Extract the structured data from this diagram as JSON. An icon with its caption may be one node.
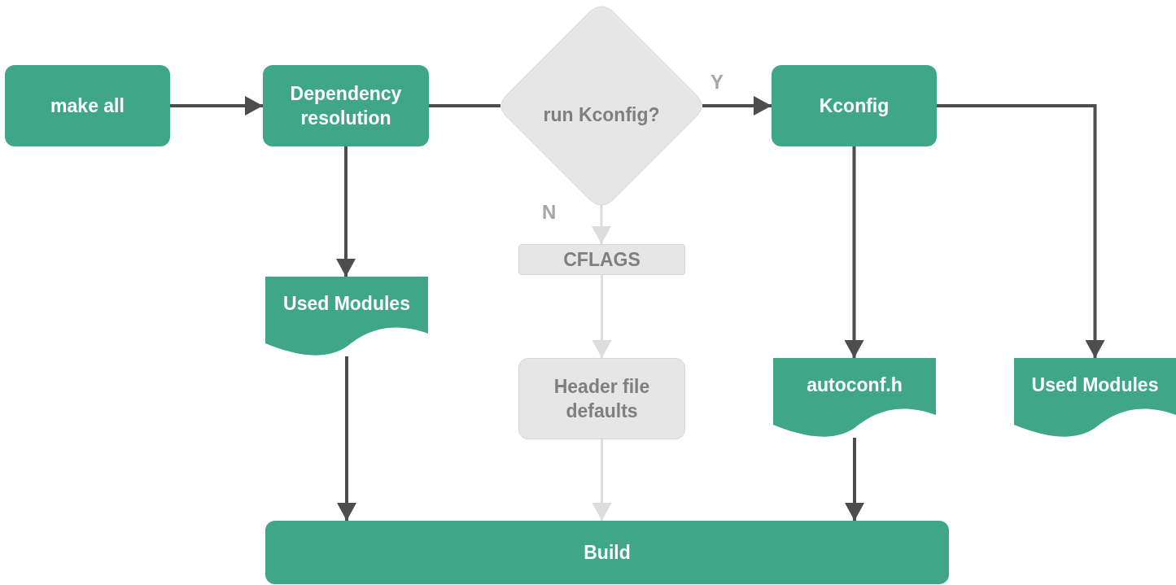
{
  "diagram": {
    "nodes": [
      {
        "text": [
          "make all"
        ]
      },
      {
        "text": [
          "Dependency resolution"
        ]
      },
      {
        "text": [
          "run Kconfig?"
        ]
      },
      {
        "text": [
          "Kconfig"
        ]
      },
      {
        "text": [
          "Used Modules"
        ]
      },
      {
        "text": [
          "CFLAGS"
        ]
      },
      {
        "text": [
          "Header file defaults"
        ]
      },
      {
        "text": [
          "autoconf.h"
        ]
      },
      {
        "text": [
          "Used Modules"
        ]
      },
      {
        "text": [
          "Build"
        ]
      }
    ],
    "edges": [
      {
        "from": 0,
        "to": 1,
        "arrow": "to"
      },
      {
        "from": 1,
        "to": 2,
        "arrow": "none"
      },
      {
        "from": 2,
        "to": 3,
        "arrow": "to",
        "label": "Y"
      },
      {
        "from": 2,
        "to": 5,
        "arrow": "to",
        "label": "N",
        "color": "#dddddd"
      },
      {
        "from": 5,
        "to": 6,
        "arrow": "to",
        "color": "#dddddd"
      },
      {
        "from": 6,
        "to": 9,
        "arrow": "to",
        "color": "#dddddd"
      },
      {
        "from": 1,
        "to": 4,
        "arrow": "to"
      },
      {
        "from": 3,
        "to": 7,
        "arrow": "to"
      },
      {
        "from": 3,
        "to": 8,
        "arrow": "to"
      },
      {
        "from": 4,
        "to": 9,
        "arrow": "to"
      },
      {
        "from": 7,
        "to": 9,
        "arrow": "to"
      }
    ]
  }
}
